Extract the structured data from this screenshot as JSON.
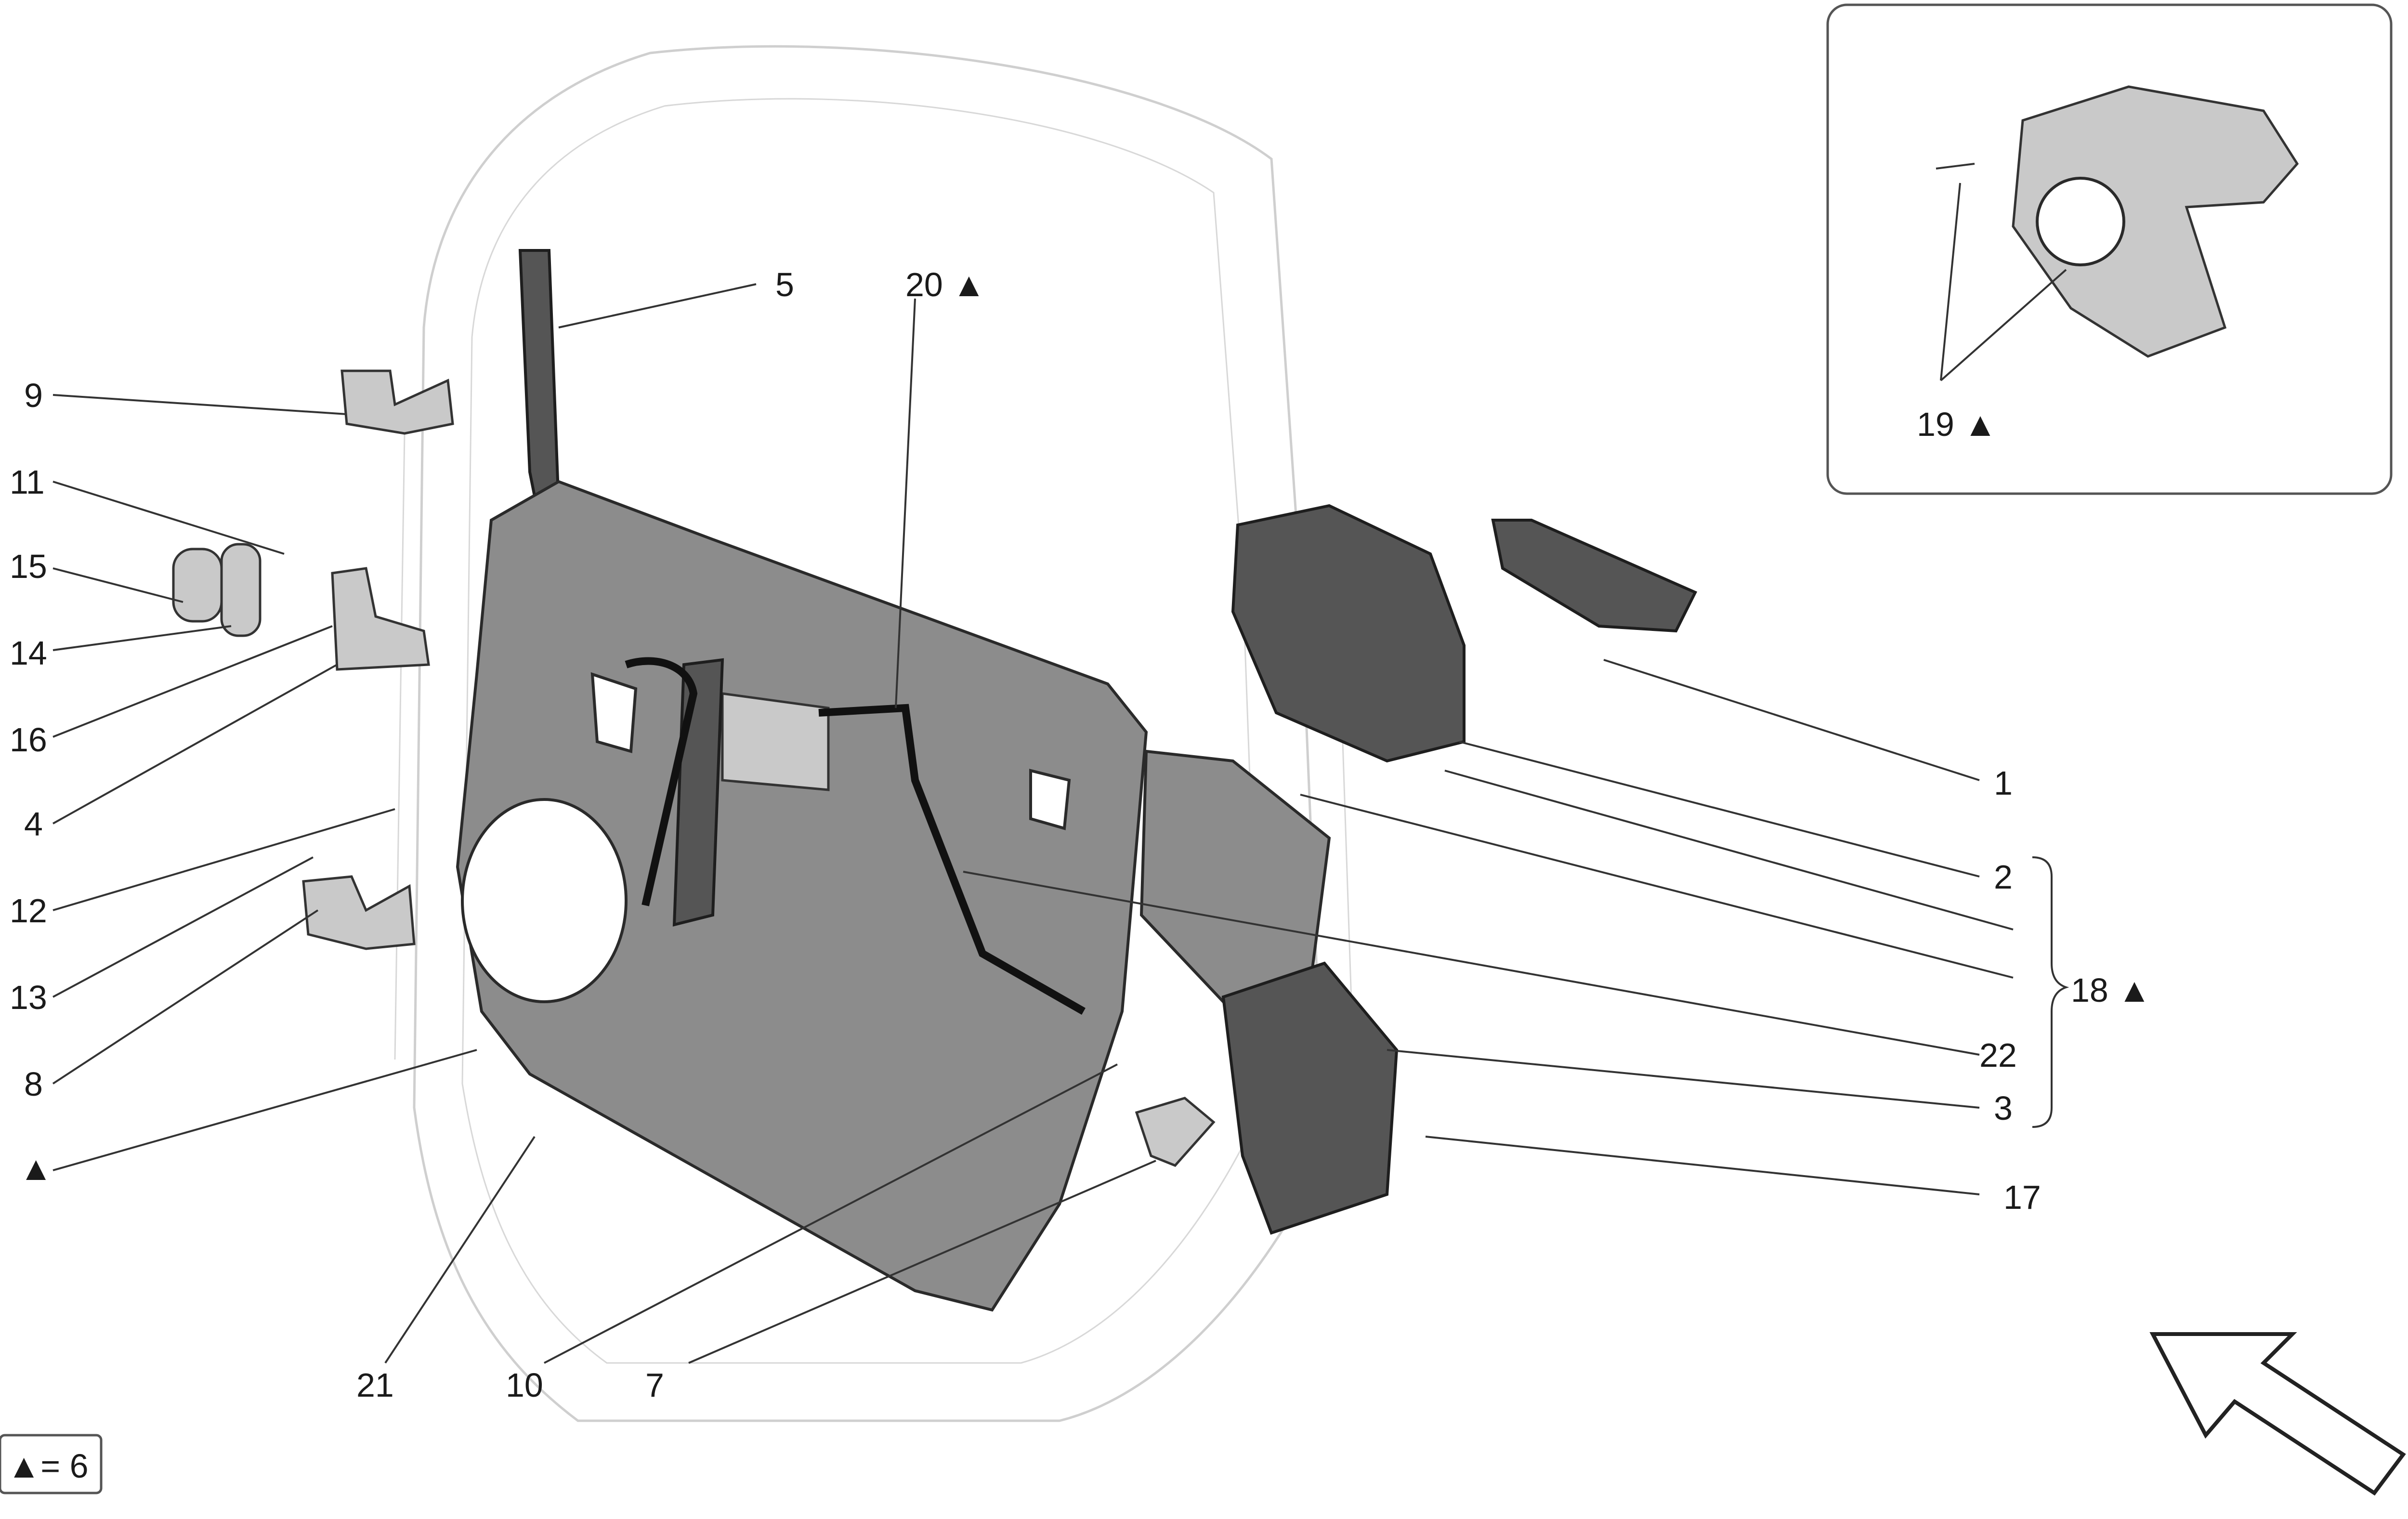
{
  "callouts": {
    "c1": "1",
    "c2": "2",
    "c3": "3",
    "c4": "4",
    "c5": "5",
    "c7": "7",
    "c8": "8",
    "c9": "9",
    "c10": "10",
    "c11": "11",
    "c12": "12",
    "c13": "13",
    "c14": "14",
    "c15": "15",
    "c16": "16",
    "c17": "17",
    "c18": "18 ▲",
    "c19": "19 ▲",
    "c20": "20 ▲",
    "c21": "21",
    "c22": "22",
    "triangle": "▲"
  },
  "legend": {
    "text": "▲= 6"
  },
  "colors": {
    "panel": "#8c8c8c",
    "panel_dark": "#555555",
    "outline": "#cfcfcf",
    "ink": "#1a1a1a"
  },
  "icons": {
    "direction_arrow": "arrow-up-left-icon"
  }
}
